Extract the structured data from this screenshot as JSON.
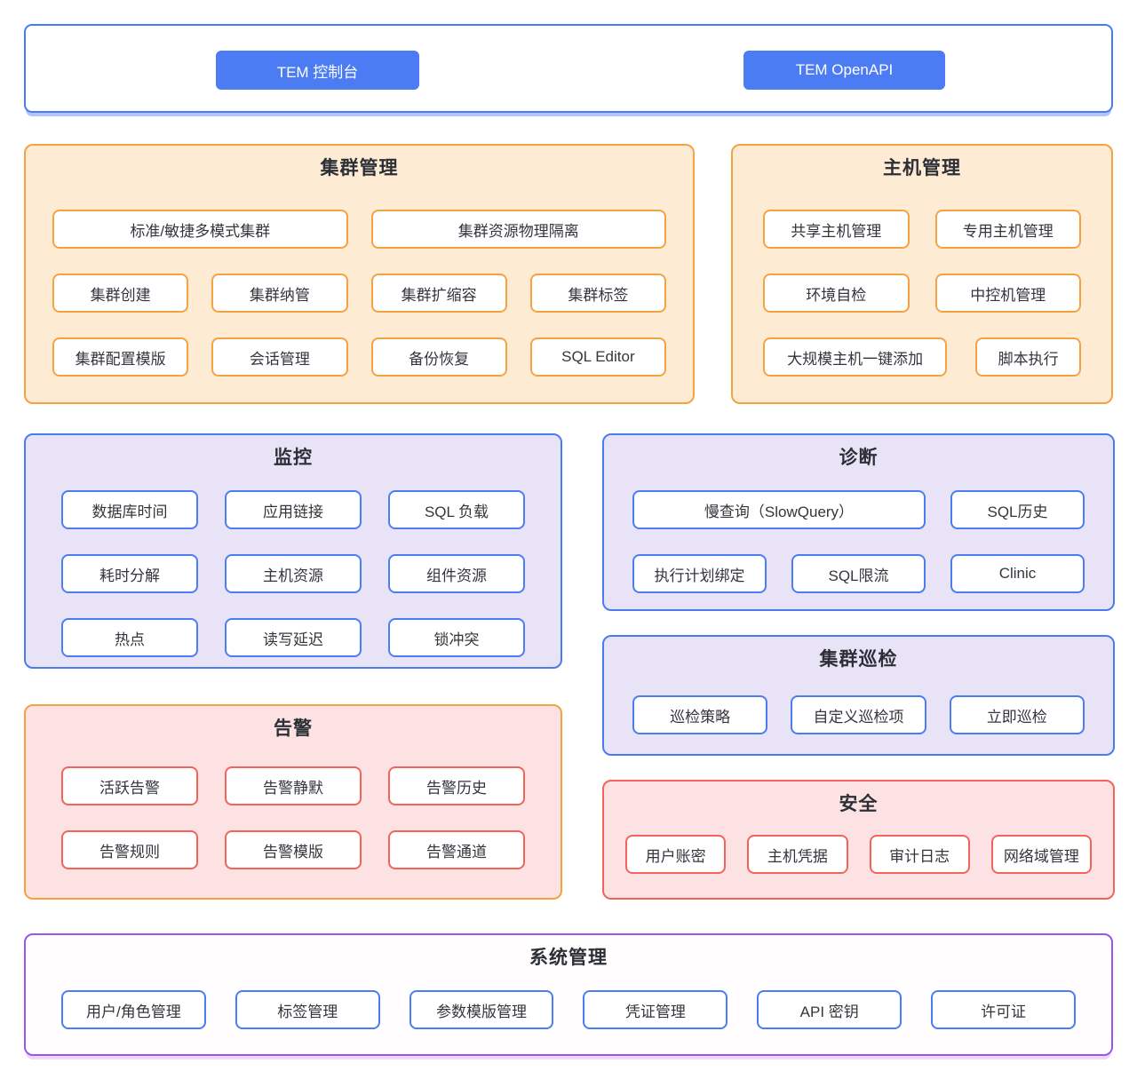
{
  "top": {
    "console_label": "TEM 控制台",
    "openapi_label": "TEM OpenAPI"
  },
  "sections": {
    "cluster": {
      "title": "集群管理",
      "items": [
        "标准/敏捷多模式集群",
        "集群资源物理隔离",
        "集群创建",
        "集群纳管",
        "集群扩缩容",
        "集群标签",
        "集群配置模版",
        "会话管理",
        "备份恢复",
        "SQL Editor"
      ]
    },
    "host": {
      "title": "主机管理",
      "items": [
        "共享主机管理",
        "专用主机管理",
        "环境自检",
        "中控机管理",
        "大规模主机一键添加",
        "脚本执行"
      ]
    },
    "monitor": {
      "title": "监控",
      "items": [
        "数据库时间",
        "应用链接",
        "SQL 负载",
        "耗时分解",
        "主机资源",
        "组件资源",
        "热点",
        "读写延迟",
        "锁冲突"
      ]
    },
    "diagnosis": {
      "title": "诊断",
      "items": [
        "慢查询（SlowQuery）",
        "SQL历史",
        "执行计划绑定",
        "SQL限流",
        "Clinic"
      ]
    },
    "inspection": {
      "title": "集群巡检",
      "items": [
        "巡检策略",
        "自定义巡检项",
        "立即巡检"
      ]
    },
    "alert": {
      "title": "告警",
      "items": [
        "活跃告警",
        "告警静默",
        "告警历史",
        "告警规则",
        "告警模版",
        "告警通道"
      ]
    },
    "security": {
      "title": "安全",
      "items": [
        "用户账密",
        "主机凭据",
        "审计日志",
        "网络域管理"
      ]
    },
    "system": {
      "title": "系统管理",
      "items": [
        "用户/角色管理",
        "标签管理",
        "参数模版管理",
        "凭证管理",
        "API 密钥",
        "许可证"
      ]
    }
  },
  "colors": {
    "accent_blue": "#4b7cf3",
    "border_blue": "#4a7df0",
    "border_orange": "#f5a341",
    "border_red": "#f2635a",
    "border_purple": "#9c55e8",
    "bg_orange": "#fdebd3",
    "bg_lavender": "#e9e3f8",
    "bg_pink": "#fce2e2",
    "text_dark": "#30333b"
  }
}
